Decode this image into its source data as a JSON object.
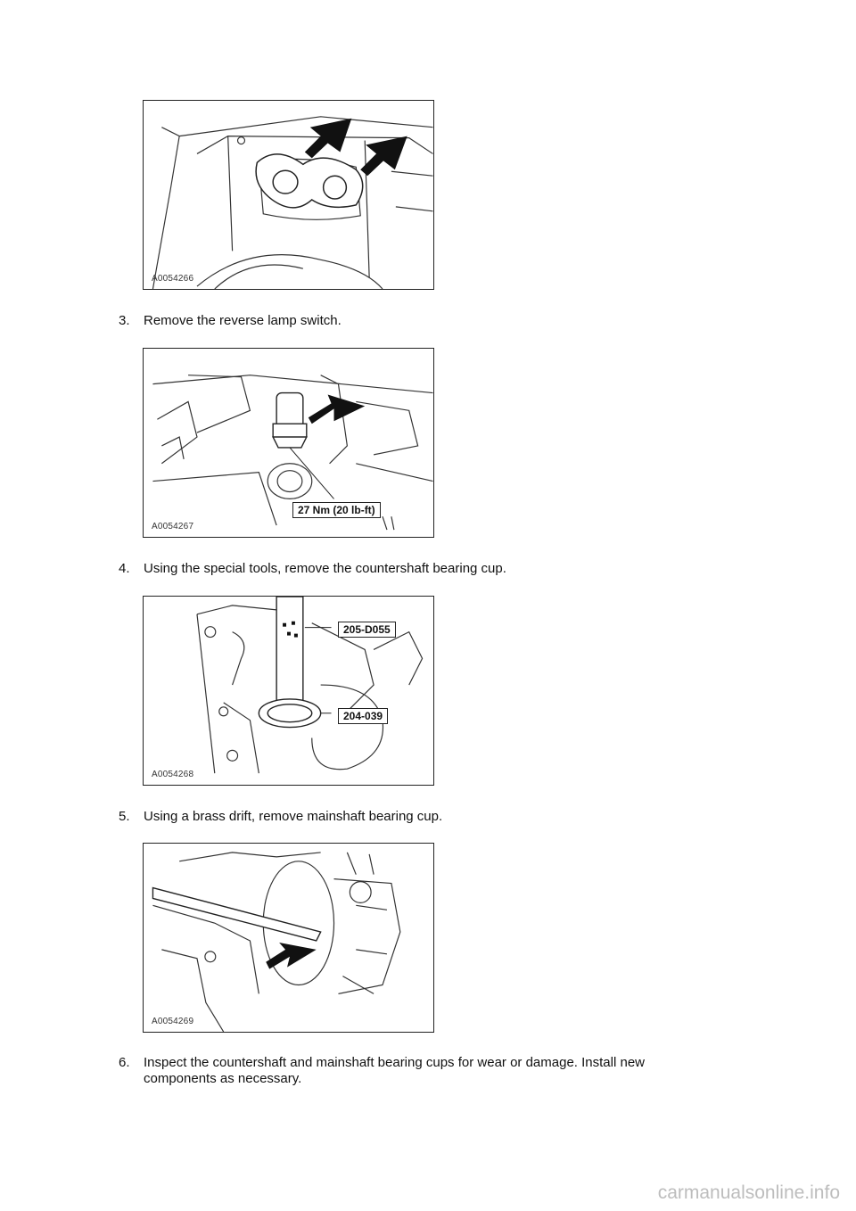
{
  "figures": [
    {
      "id": "A0054266",
      "callouts": []
    },
    {
      "id": "A0054267",
      "callouts": [
        "27 Nm (20 lb-ft)"
      ]
    },
    {
      "id": "A0054268",
      "callouts": [
        "205-D055",
        "204-039"
      ]
    },
    {
      "id": "A0054269",
      "callouts": []
    }
  ],
  "steps": [
    {
      "number": "3.",
      "text": "Remove the reverse lamp switch."
    },
    {
      "number": "4.",
      "text": "Using the special tools, remove the countershaft bearing cup."
    },
    {
      "number": "5.",
      "text": "Using a brass drift, remove mainshaft bearing cup."
    },
    {
      "number": "6.",
      "text": "Inspect the countershaft and mainshaft bearing cups for wear or damage. Install new components as necessary."
    }
  ],
  "watermark": "carmanualsonline.info"
}
